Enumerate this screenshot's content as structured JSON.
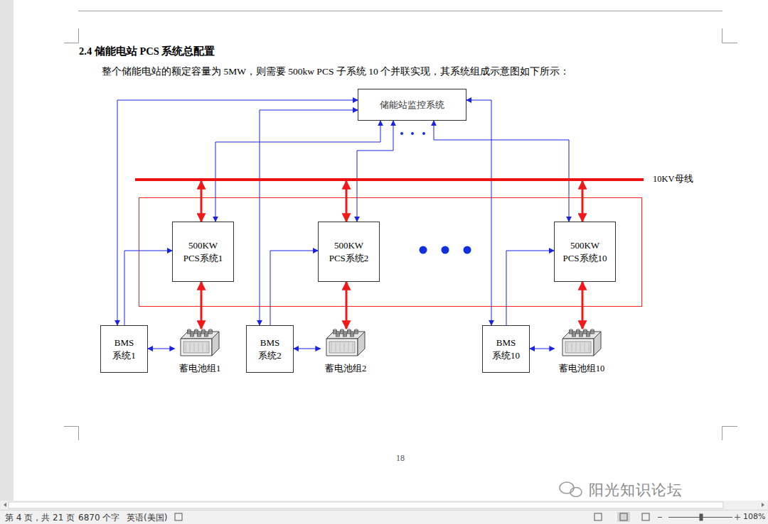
{
  "diagram": {
    "title": "2.4 储能电站 PCS 系统总配置",
    "nodes": [
      {
        "text": [
          "储能站监控系统"
        ]
      },
      {
        "text": [
          "10KV母线"
        ]
      },
      {
        "text": [
          "500KW PCS系统1"
        ]
      },
      {
        "text": [
          "500KW PCS系统2"
        ]
      },
      {
        "text": [
          "500KW PCS系统10"
        ]
      },
      {
        "text": [
          "BMS 系统1"
        ]
      },
      {
        "text": [
          "蓄电池组1"
        ]
      },
      {
        "text": [
          "BMS 系统2"
        ]
      },
      {
        "text": [
          "蓄电池组2"
        ]
      },
      {
        "text": [
          "BMS 系统10"
        ]
      },
      {
        "text": [
          "蓄电池组10"
        ]
      }
    ],
    "edges": [
      {
        "from": 2,
        "to": 1,
        "arrow": "both"
      },
      {
        "from": 3,
        "to": 1,
        "arrow": "both"
      },
      {
        "from": 4,
        "to": 1,
        "arrow": "both"
      },
      {
        "from": 2,
        "to": 6,
        "arrow": "both"
      },
      {
        "from": 3,
        "to": 8,
        "arrow": "both"
      },
      {
        "from": 4,
        "to": 10,
        "arrow": "both"
      },
      {
        "from": 5,
        "to": 6,
        "arrow": "both"
      },
      {
        "from": 7,
        "to": 8,
        "arrow": "both"
      },
      {
        "from": 9,
        "to": 10,
        "arrow": "both"
      },
      {
        "from": 5,
        "to": 2,
        "arrow": "to"
      },
      {
        "from": 7,
        "to": 3,
        "arrow": "to"
      },
      {
        "from": 9,
        "to": 4,
        "arrow": "to"
      },
      {
        "from": 0,
        "to": 2,
        "arrow": "both"
      },
      {
        "from": 0,
        "to": 3,
        "arrow": "both"
      },
      {
        "from": 0,
        "to": 4,
        "arrow": "both"
      },
      {
        "from": 0,
        "to": 5,
        "arrow": "both"
      },
      {
        "from": 0,
        "to": 7,
        "arrow": "both"
      },
      {
        "from": 0,
        "to": 9,
        "arrow": "both"
      }
    ],
    "labels": [
      "整个储能电站的额定容量为 5MW，则需要 500kw PCS 子系统 10 个并联实现，其系统组成示意图如下所示：",
      "18",
      "第 4 页，共 21 页",
      "6870 个字",
      "英语(美国)",
      "108%",
      "阳光知识论坛"
    ]
  }
}
